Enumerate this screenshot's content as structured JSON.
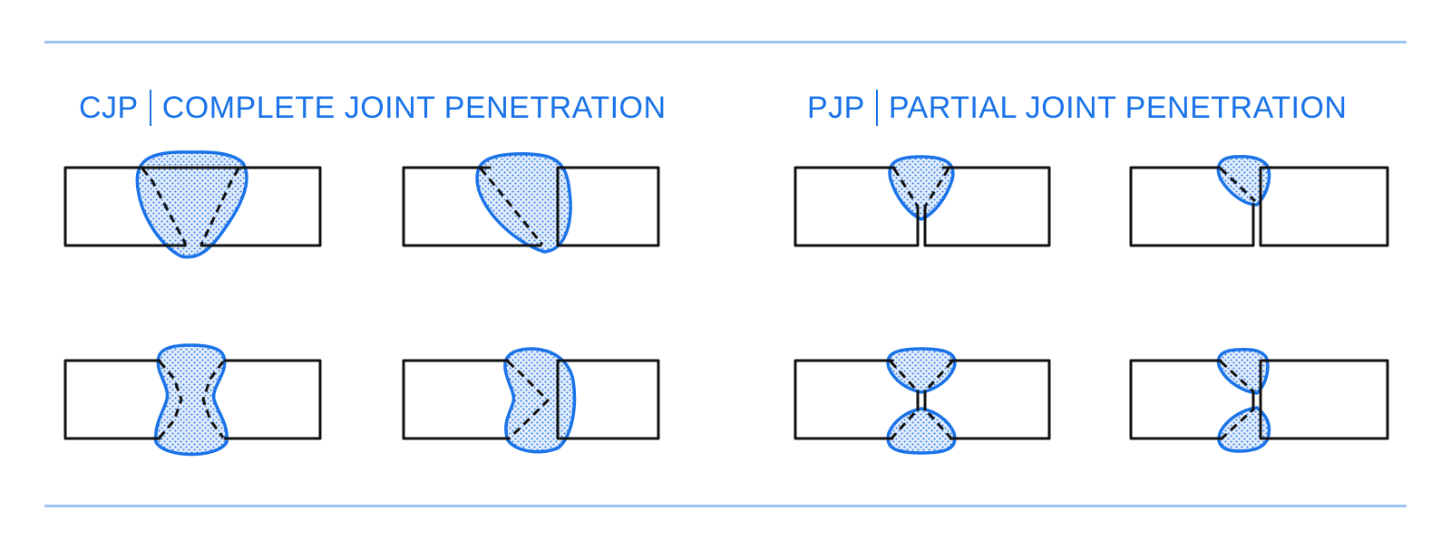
{
  "colors": {
    "accent": "#1a73e8",
    "rule": "#9ec3f5",
    "plate_stroke": "#111111",
    "weld_fill": "#e4eefc",
    "weld_dots": "#2f7de8"
  },
  "sections": [
    {
      "abbr": "CJP",
      "separator": "|",
      "title": "COMPLETE JOINT PENETRATION"
    },
    {
      "abbr": "PJP",
      "separator": "|",
      "title": "PARTIAL JOINT PENETRATION"
    }
  ]
}
